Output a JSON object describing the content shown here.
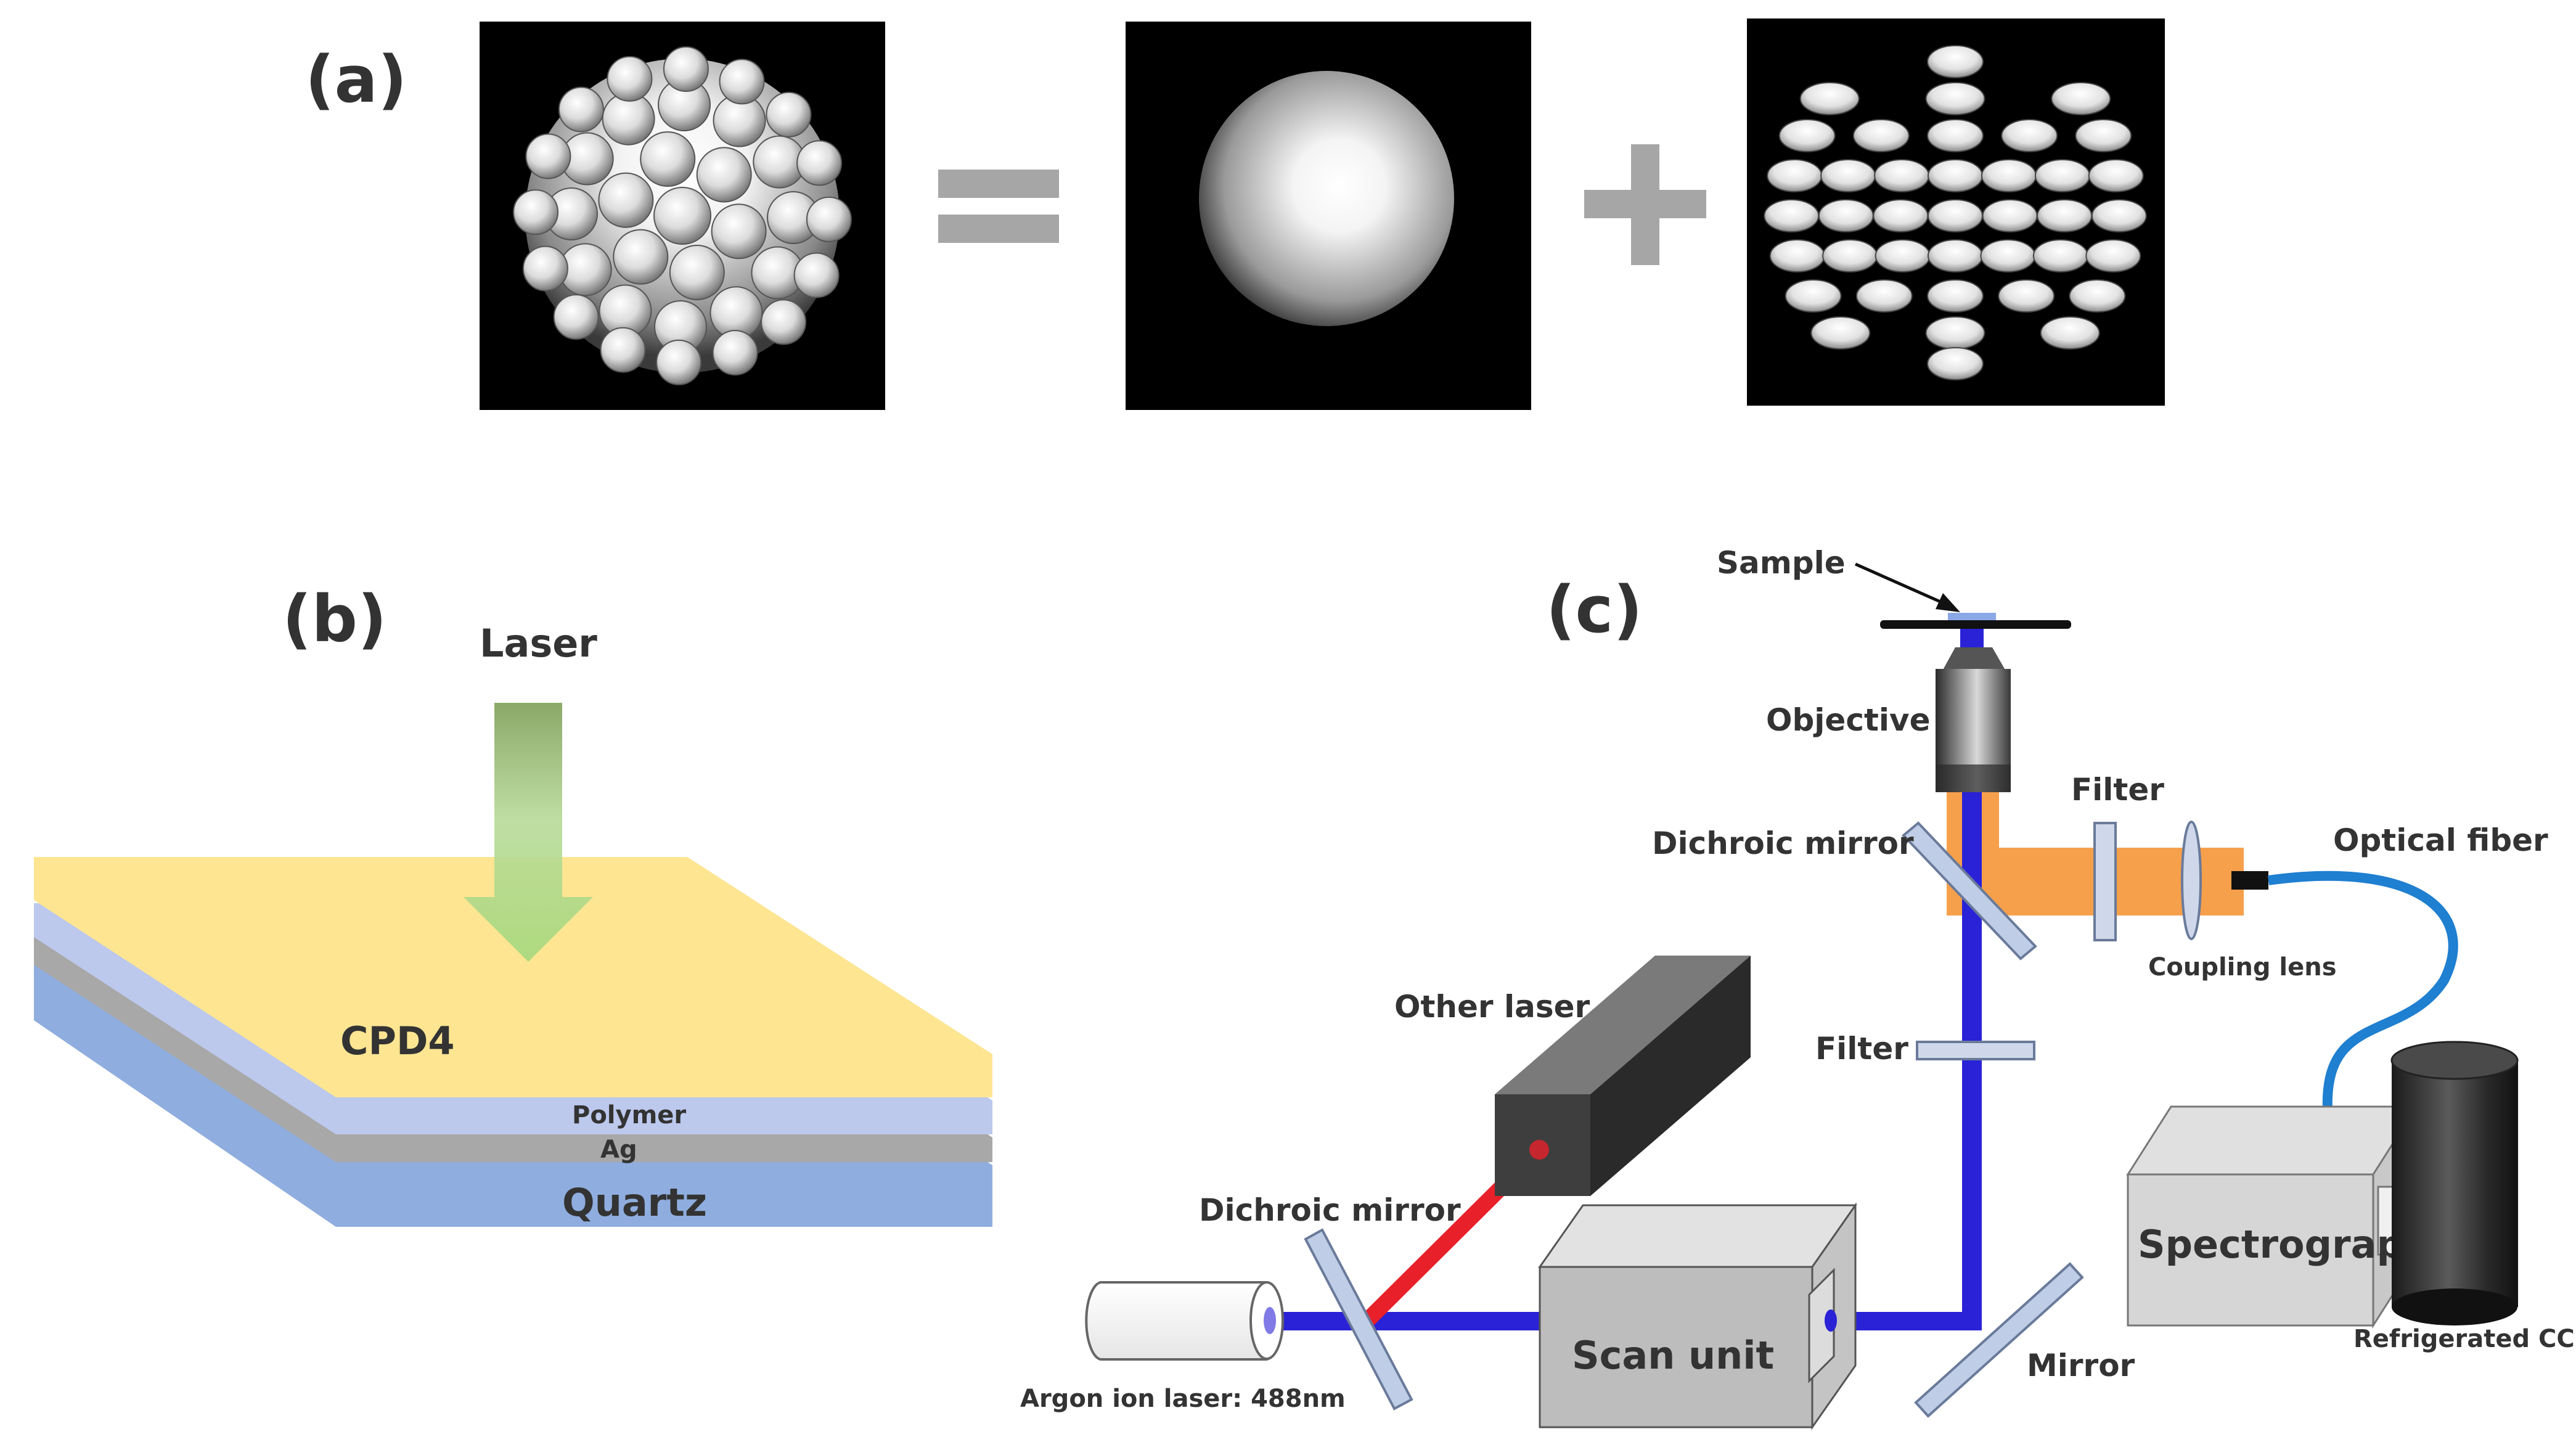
{
  "panels": {
    "a": {
      "label": "(a)",
      "equals_symbol": "=",
      "plus_symbol": "+"
    },
    "b": {
      "label": "(b)",
      "laser_label": "Laser",
      "layers": {
        "top": "CPD4",
        "polymer": "Polymer",
        "ag": "Ag",
        "substrate": "Quartz"
      }
    },
    "c": {
      "label": "(c)",
      "components": {
        "sample": "Sample",
        "objective": "Objective",
        "filter_top": "Filter",
        "dichroic_top": "Dichroic mirror",
        "optical_fiber": "Optical fiber",
        "coupling_lens": "Coupling lens",
        "other_laser": "Other laser",
        "filter_mid": "Filter",
        "dichroic_left": "Dichroic mirror",
        "spectrograph": "Spectrograph",
        "refrigerated_ccd": "Refrigerated CCD",
        "argon_laser": "Argon ion laser: 488nm",
        "scan_unit": "Scan unit",
        "mirror": "Mirror"
      }
    }
  },
  "colors": {
    "blue_beam": "#2a22d6",
    "red_beam": "#e8202a",
    "orange_beam": "#f6a04c",
    "fiber": "#1f7fd0",
    "cpd4_layer": "#fde592",
    "polymer_layer": "#bcc8ec",
    "ag_layer": "#a8a8a8",
    "quartz_layer": "#8fadde",
    "laser_arrow": "#9dd27a"
  }
}
